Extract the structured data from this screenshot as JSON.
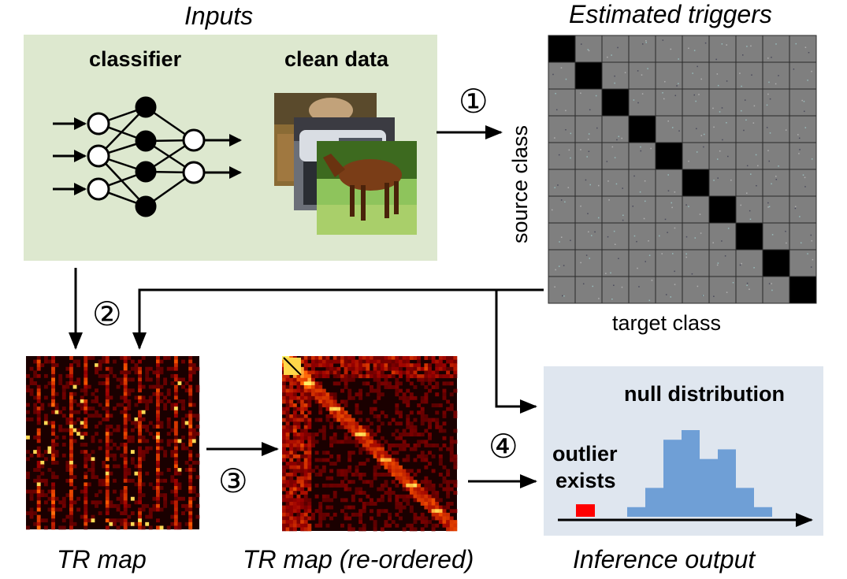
{
  "inputs": {
    "title": "Inputs",
    "classifier_label": "classifier",
    "clean_data_label": "clean data"
  },
  "triggers": {
    "title": "Estimated triggers",
    "y_label": "source class",
    "x_label": "target class",
    "size": 10
  },
  "tr_map": {
    "caption": "TR map"
  },
  "tr_map_reordered": {
    "caption": "TR map (re-ordered)"
  },
  "inference": {
    "caption": "Inference output",
    "null_label": "null distribution",
    "outlier_label_1": "outlier",
    "outlier_label_2": "exists",
    "histogram_bins": [
      1,
      3,
      8,
      9,
      6,
      7,
      3,
      1
    ],
    "outlier_bin": 1
  },
  "steps": {
    "s1": "①",
    "s2": "②",
    "s3": "③",
    "s4": "④"
  },
  "colors": {
    "inputs_bg": "#dde8cf",
    "inference_bg": "#dfe6ef",
    "histogram": "#6f9fd6",
    "outlier": "#ff0000",
    "trigger_cell": "#7f7f7f",
    "heat_low": "#1a0000",
    "heat_high": "#ffe066"
  }
}
